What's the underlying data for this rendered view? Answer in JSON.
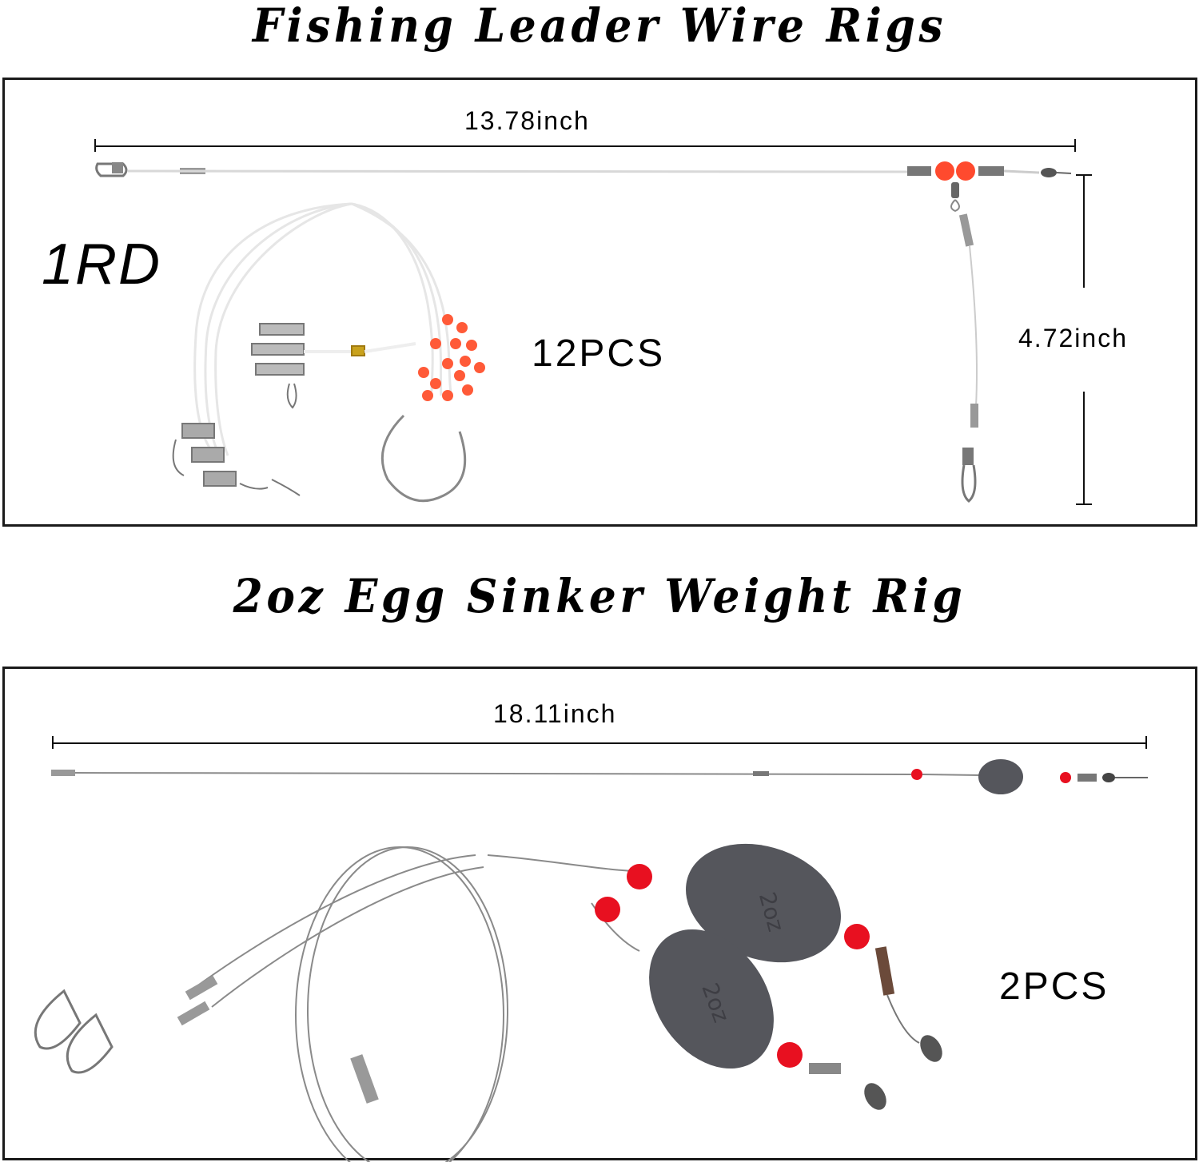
{
  "section1": {
    "title": "Fishing Leader Wire Rigs",
    "length_label": "13.78inch",
    "branch_label": "4.72inch",
    "model_label": "1RD",
    "quantity_label": "12PCS"
  },
  "section2": {
    "title": "2oz Egg Sinker Weight Rig",
    "length_label": "18.11inch",
    "quantity_label": "2PCS",
    "sinker_marking": "2oz"
  },
  "colors": {
    "bead": "#ff4a2e",
    "bead_red": "#e81020",
    "sinker": "#55565c",
    "wire_clear": "#d8d8d8",
    "wire_steel": "#8a8a8a",
    "border": "#1a1a1a"
  }
}
